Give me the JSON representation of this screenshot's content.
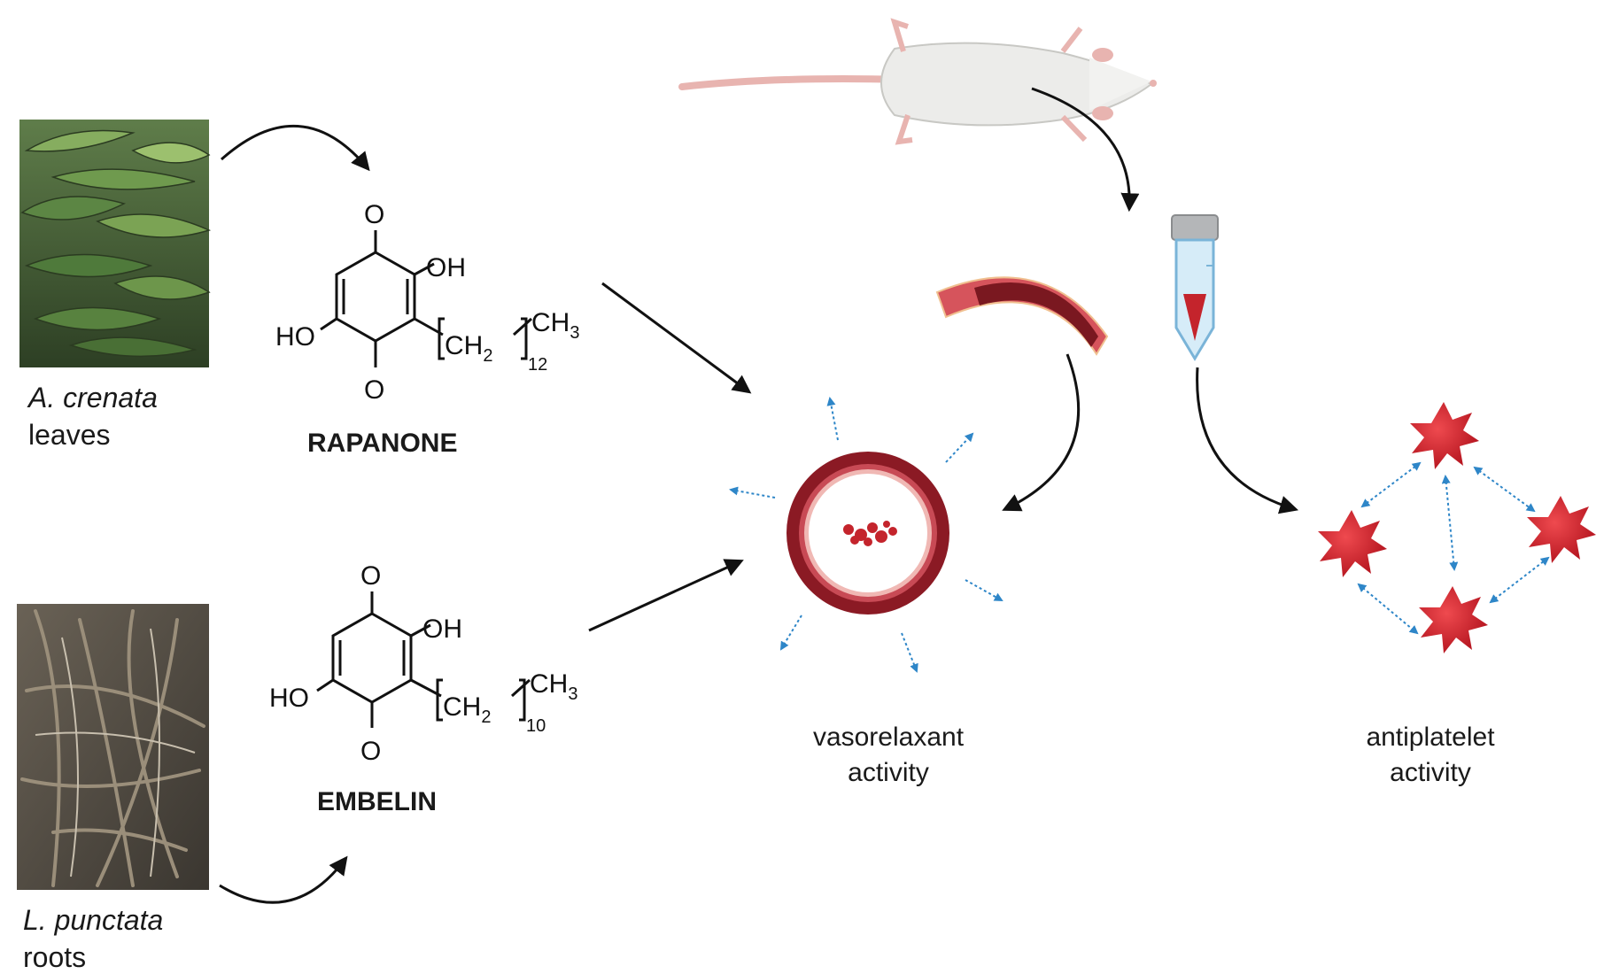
{
  "sources": [
    {
      "species": "A. crenata",
      "part": "leaves"
    },
    {
      "species": "L. punctata",
      "part": "roots"
    }
  ],
  "compounds": [
    {
      "name": "RAPANONE",
      "atoms": {
        "o_top": "O",
        "oh": "OH",
        "ho": "HO",
        "o_bottom": "O"
      },
      "chain": {
        "ch3": "CH3",
        "ch2": "CH2",
        "sub": "2",
        "repeat": "12"
      }
    },
    {
      "name": "EMBELIN",
      "atoms": {
        "o_top": "O",
        "oh": "OH",
        "ho": "HO",
        "o_bottom": "O"
      },
      "chain": {
        "ch3": "CH3",
        "ch2": "CH2",
        "sub": "2",
        "repeat": "10"
      }
    }
  ],
  "activities": {
    "vasorelaxant": {
      "line1": "vasorelaxant",
      "line2": "activity"
    },
    "antiplatelet": {
      "line1": "antiplatelet",
      "line2": "activity"
    }
  },
  "colors": {
    "arrow": "#111111",
    "vessel_dark": "#8b1a24",
    "vessel_mid": "#c84a55",
    "vessel_light": "#f0b8b4",
    "platelet": "#d9232e",
    "dotted_blue": "#2e86c8",
    "rat_body": "#ececea",
    "rat_pink": "#e8b4b0"
  },
  "icons": [
    "leaf-photo",
    "root-photo",
    "rat-icon",
    "blood-vessel-icon",
    "blood-tube-icon",
    "vessel-cross-section-icon",
    "platelet-icon"
  ]
}
